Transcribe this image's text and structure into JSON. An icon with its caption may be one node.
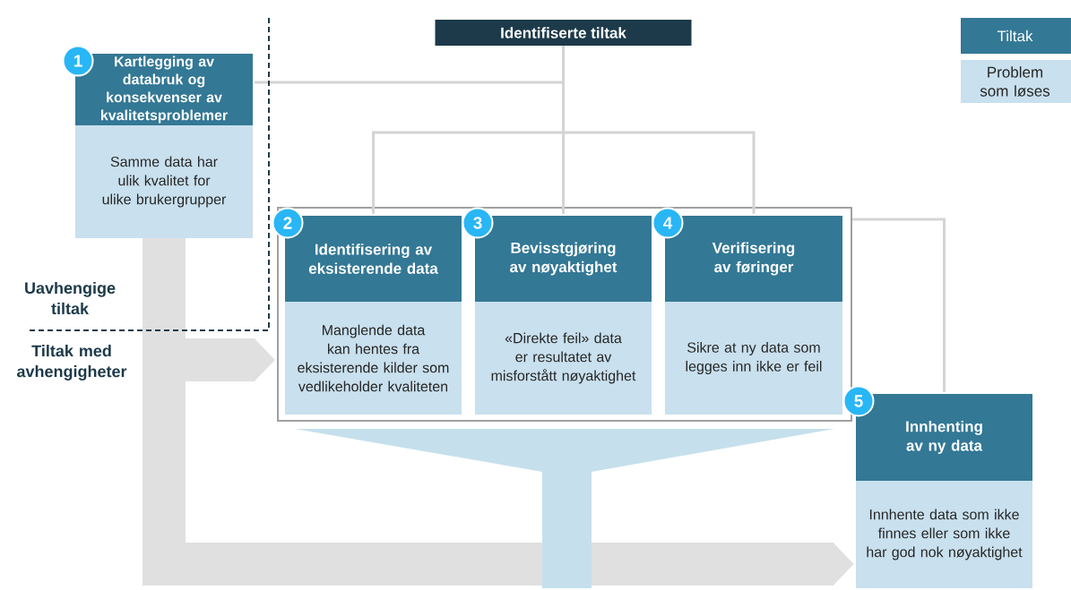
{
  "diagram": {
    "nodes": [
      {
        "text": [
          "Identifiserte tiltak"
        ]
      },
      {
        "text": [
          "1",
          "Kartlegging av databruk og konsekvenser av kvalitetsproblemer",
          "Samme data har ulik kvalitet for ulike brukergrupper"
        ]
      },
      {
        "text": [],
        "shape": "box"
      },
      {
        "text": [
          "2",
          "Identifisering av eksisterende data",
          "Manglende data kan hentes fra eksisterende kilder som vedlikeholder kvaliteten"
        ],
        "in": 2
      },
      {
        "text": [
          "3",
          "Bevisstgjøring av nøyaktighet",
          "«Direkte feil» data er resultatet av misforstått nøyaktighet"
        ],
        "in": 2
      },
      {
        "text": [
          "4",
          "Verifisering av føringer",
          "Sikre at ny data som legges inn ikke er feil"
        ],
        "in": 2
      },
      {
        "text": [
          "5",
          "Innhenting av ny data",
          "Innhente data som ikke finnes eller som ikke har god nok nøyaktighet"
        ]
      }
    ],
    "edges": [
      {
        "from": 0,
        "to": 1,
        "arrow": "none"
      },
      {
        "from": 0,
        "to": 3,
        "arrow": "none"
      },
      {
        "from": 0,
        "to": 4,
        "arrow": "none"
      },
      {
        "from": 0,
        "to": 5,
        "arrow": "none"
      },
      {
        "from": 2,
        "to": 6,
        "arrow": "none"
      },
      {
        "from": 1,
        "to": 2,
        "arrow": "to",
        "style": "thick",
        "color": "#e0e0e0"
      },
      {
        "from": 1,
        "to": 6,
        "arrow": "to",
        "style": "thick",
        "color": "#e0e0e0"
      }
    ],
    "labels": [
      "Uavhengige tiltak",
      "Tiltak med avhengigheter"
    ],
    "legend": [
      {
        "text": "Tiltak",
        "color": "#337895"
      },
      {
        "text": "Problem som løses",
        "color": "#c9e0ee"
      }
    ]
  }
}
